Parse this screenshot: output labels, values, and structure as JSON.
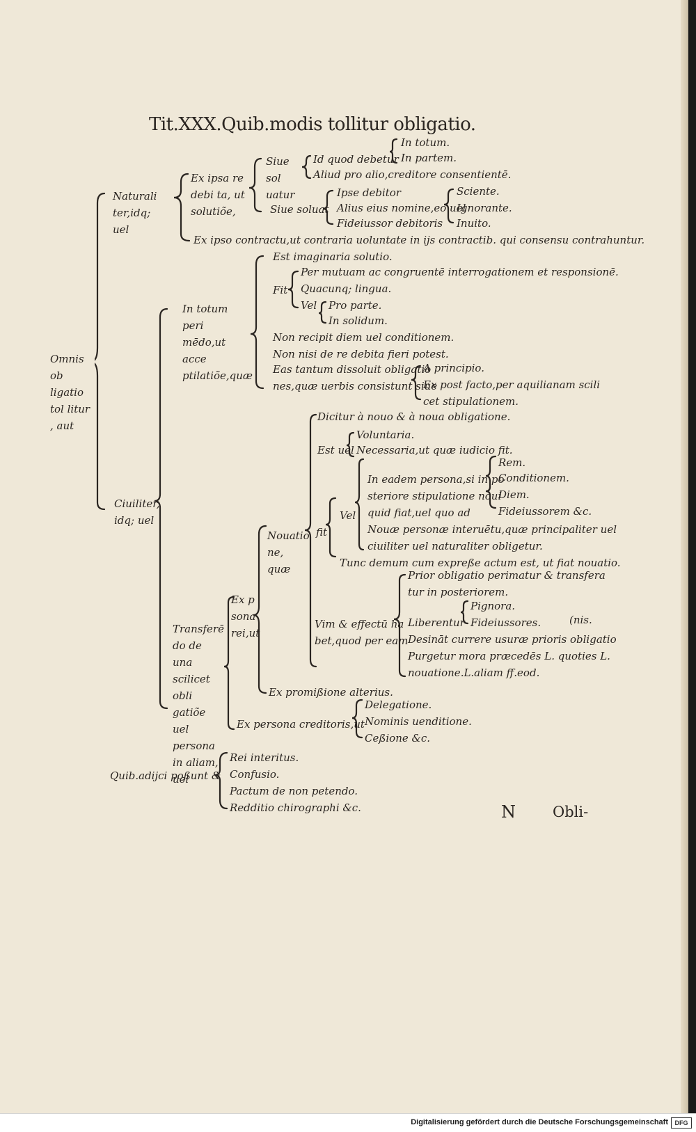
{
  "page": {
    "title": "Tit.XXX.Quib.modis tollitur obligatio.",
    "catchword_letter": "N",
    "catchword": "Obli-"
  },
  "footer": {
    "text": "Digitalisierung gefördert durch die Deutsche Forschungsgemeinschaft",
    "logo": "DFG"
  },
  "tree": {
    "root": "Omnis ob ligatio tol litur , aut",
    "naturaliter": {
      "label": "Naturali ter,idq; uel",
      "ex_ipsa_re": "Ex ipsa re debi ta, ut solutiõe,",
      "siue_solvatur": "Siue sol uatur",
      "id_quod_debetur": "Id quod debetur",
      "in_totum": "In totum.",
      "in_partem": "In partem.",
      "aliud_pro_alio": "Aliud pro alio,creditore consentientē.",
      "siue_soluat": "Siue soluat",
      "ipse_debitor": "Ipse debitor",
      "alius_eius": "Alius eius nomine,eo uel",
      "fideiussor_debitoris": "Fideiussor debitoris",
      "sciente": "Sciente.",
      "ignorante": "Ignorante.",
      "inuito": "Inuito.",
      "ex_ipso_contractu": "Ex ipso contractu,ut contraria uoluntate in ijs contractib. qui consensu contrahuntur."
    },
    "ciuiliter": {
      "label": "Ciuiliter, idq; uel",
      "acceptilatio": {
        "label": "In totum peri mēdo,ut acce ptilatiõe,quæ",
        "est_imaginaria": "Est imaginaria solutio.",
        "fit": "Fit",
        "per_mutuam": "Per mutuam ac congruentē interrogationem et responsionē.",
        "quacunq": "Quacunq; lingua.",
        "vel": "Vel",
        "pro_parte": "Pro parte.",
        "in_solidum": "In solidum.",
        "non_recipit": "Non recipit diem uel conditionem.",
        "non_nisi": "Non nisi de re debita fieri potest.",
        "eas_tantum": "Eas tantum dissoluit obligatio",
        "nes_quae": "nes,quæ uerbis consistunt siue",
        "a_principio": "A principio.",
        "ex_post_facto": "Ex post facto,per aquilianam scili",
        "cet_stipulationem": "cet stipulationem."
      },
      "transferendo": {
        "label": "Transferē do de una scilicet obli gatiõe uel persona in aliam, uel",
        "ex_persona_rei": "Ex p sona rei,ut",
        "nouatio": "Nouatio ne, quæ",
        "dicitur": "Dicitur à nouo & à noua obligatione.",
        "est_uel": "Est uel",
        "voluntaria": "Voluntaria.",
        "necessaria": "Necessaria,ut quæ iudicio fit.",
        "fit": "fit",
        "vel": "Vel",
        "in_eadem_1": "In eadem persona,si in po",
        "in_eadem_2": "steriore stipulatione noui",
        "in_eadem_3": "quid fiat,uel quo ad",
        "rem": "Rem.",
        "conditionem": "Conditionem.",
        "diem": "Diem.",
        "fideiussorem": "Fideiussorem &c.",
        "nouae_personae_1": "Nouæ personæ interuētu,quæ principaliter uel",
        "nouae_personae_2": "ciuiliter uel naturaliter obligetur.",
        "tunc_demum": "Tunc demum cum expreße actum est, ut fiat nouatio.",
        "vim_effectum_1": "Vim & effectū ha",
        "vim_effectum_2": "bet,quod per eam",
        "prior_1": "Prior obligatio perimatur & transfera",
        "prior_2": "tur in posteriorem.",
        "liberentur": "Liberentur",
        "pignora": "Pignora.",
        "fideiussores": "Fideiussores.",
        "nis": "(nis.",
        "desinat": "Desināt currere usuræ prioris obligatio",
        "purgetur": "Purgetur mora præcedēs L. quoties L.",
        "nouatione": "nouatione.L.aliam ff.eod.",
        "ex_promissione": "Ex promißione alterius.",
        "ex_persona_creditoris": "Ex persona creditoris,ut",
        "delegatione": "Delegatione.",
        "nominis": "Nominis uenditione.",
        "cessione": "Ceßione &c."
      }
    },
    "quib_adijci": {
      "label": "Quib.adijci poßunt &",
      "rei_interitus": "Rei interitus.",
      "confusio": "Confusio.",
      "pactum": "Pactum de non petendo.",
      "redditio": "Redditio chirographi &c."
    }
  }
}
